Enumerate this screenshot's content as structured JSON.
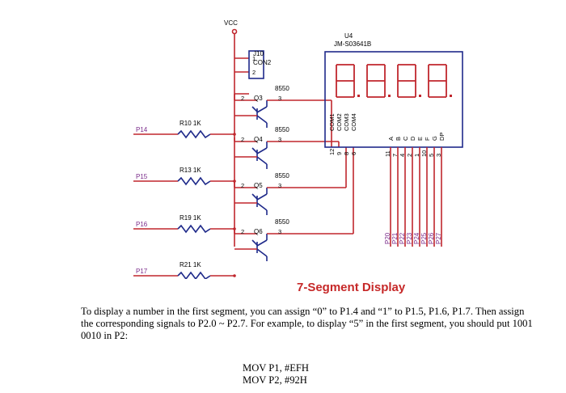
{
  "schematic": {
    "vcc_label": "VCC",
    "connector": {
      "ref": "J10",
      "type": "CON2",
      "pin1": "1",
      "pin2": "2"
    },
    "display": {
      "ref": "U4",
      "part": "JM-S03641B",
      "digits": "8.8.8.8."
    },
    "transistors": [
      {
        "ref": "Q3",
        "part": "8550",
        "base_pin": "2",
        "collector_pin": "3"
      },
      {
        "ref": "Q4",
        "part": "8550",
        "base_pin": "2",
        "collector_pin": "3"
      },
      {
        "ref": "Q5",
        "part": "8550",
        "base_pin": "2",
        "collector_pin": "3"
      },
      {
        "ref": "Q6",
        "part": "8550",
        "base_pin": "2",
        "collector_pin": "3"
      }
    ],
    "resistors": [
      {
        "label": "R10 1K",
        "port": "P14"
      },
      {
        "label": "R13 1K",
        "port": "P15"
      },
      {
        "label": "R19 1K",
        "port": "P16"
      },
      {
        "label": "R21 1K",
        "port": "P17"
      }
    ],
    "com_pins": [
      {
        "name": "COM1",
        "num": "12"
      },
      {
        "name": "COM2",
        "num": "9"
      },
      {
        "name": "COM3",
        "num": "8"
      },
      {
        "name": "COM4",
        "num": "6"
      }
    ],
    "segment_pins": [
      {
        "name": "A",
        "num": "11",
        "port": "P20"
      },
      {
        "name": "B",
        "num": "7",
        "port": "P21"
      },
      {
        "name": "C",
        "num": "4",
        "port": "P22"
      },
      {
        "name": "D",
        "num": "2",
        "port": "P23"
      },
      {
        "name": "E",
        "num": "1",
        "port": "P24"
      },
      {
        "name": "F",
        "num": "10",
        "port": "P25"
      },
      {
        "name": "G",
        "num": "5",
        "port": "P26"
      },
      {
        "name": "DP",
        "num": "3",
        "port": "P27"
      }
    ]
  },
  "title": "7-Segment Display",
  "description": "To display a number in the first segment, you can assign “0” to P1.4 and “1” to P1.5, P1.6, P1.7. Then assign the corresponding signals to P2.0 ~ P2.7. For example, to display “5” in the first segment, you should put 1001 0010 in P2:",
  "code": [
    "MOV P1, #EFH",
    "MOV P2, #92H"
  ],
  "colors": {
    "wire": "#c0262d",
    "component": "#1f2a8a",
    "title": "#c62828",
    "port_label": "#7a2a8a"
  }
}
